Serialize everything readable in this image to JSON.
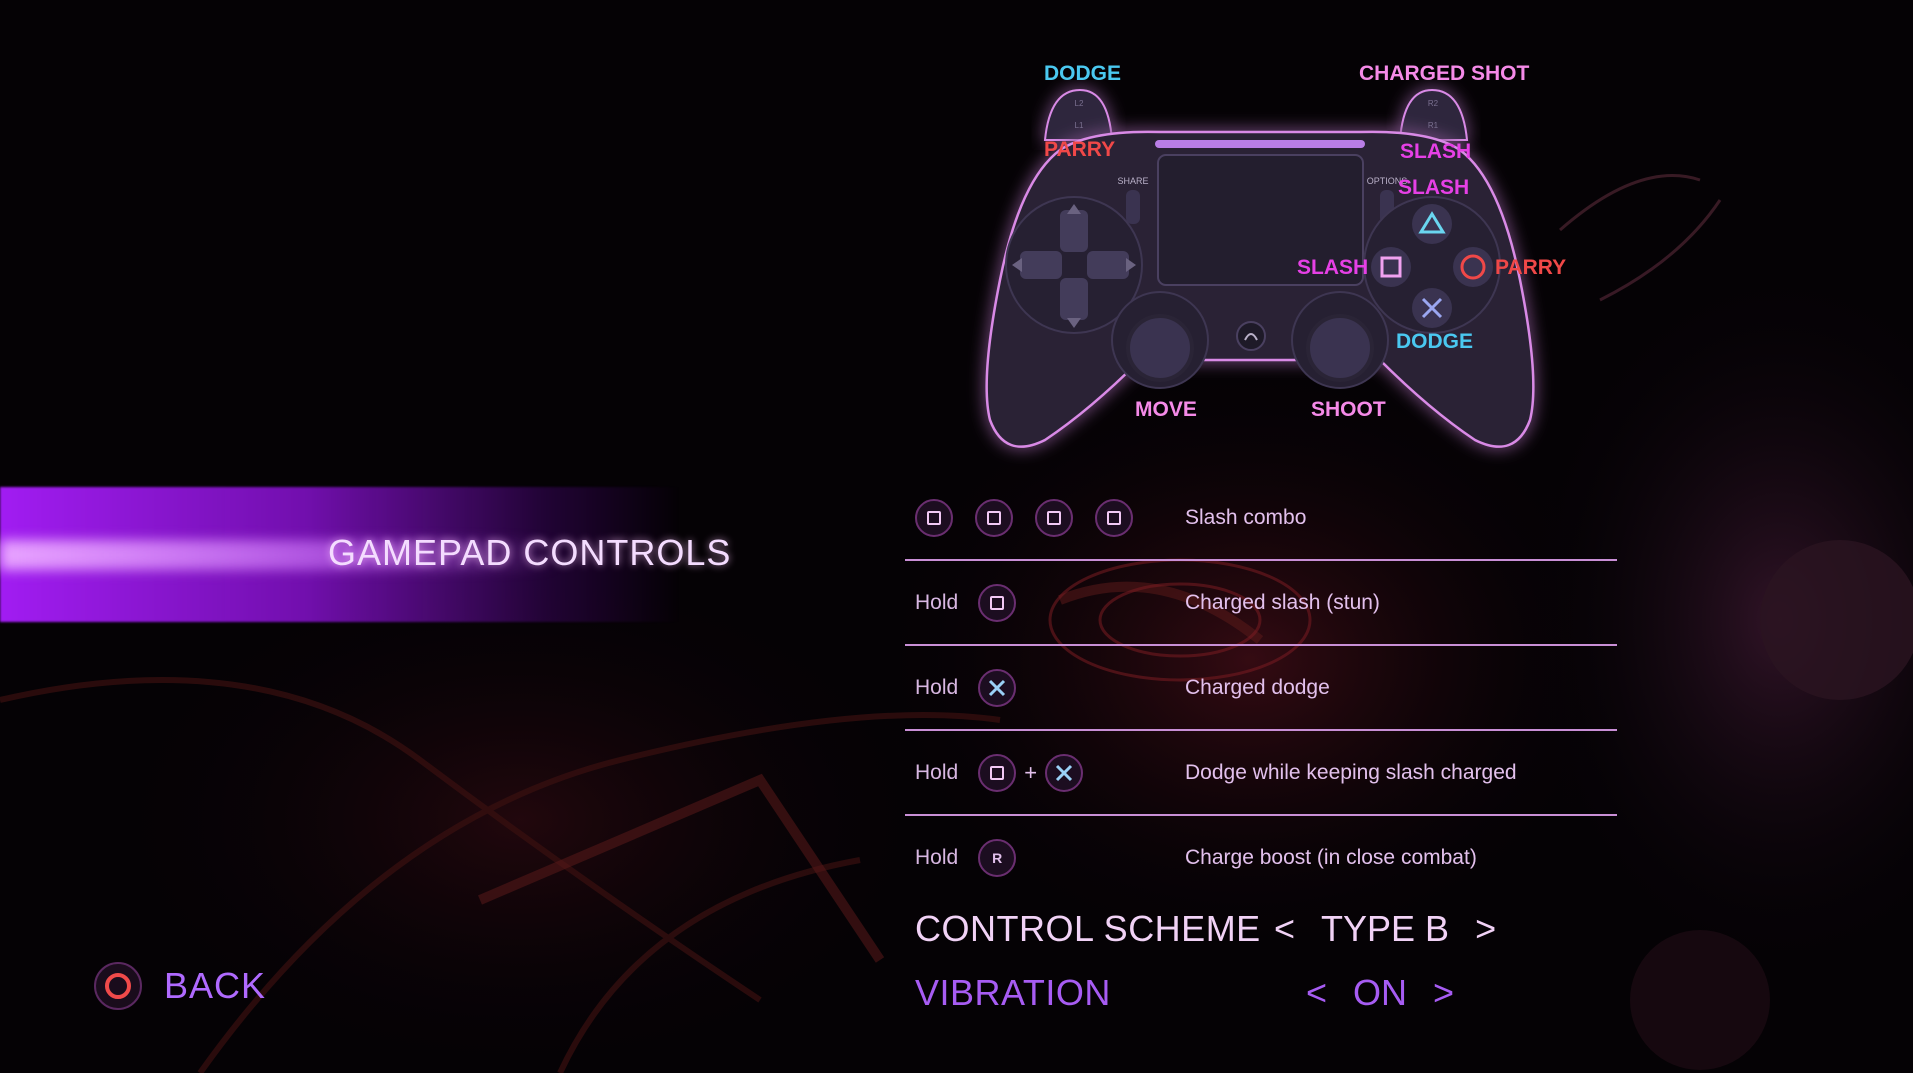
{
  "section_title": "GAMEPAD CONTROLS",
  "back_label": "BACK",
  "controller_labels": {
    "l2": "DODGE",
    "l1": "PARRY",
    "r2": "CHARGED SHOT",
    "r1": "SLASH",
    "triangle": "SLASH",
    "square": "SLASH",
    "circle": "PARRY",
    "cross": "DODGE",
    "left_stick": "MOVE",
    "right_stick": "SHOOT",
    "share": "SHARE",
    "options": "OPTIONS",
    "l2_tag": "L2",
    "l1_tag": "L1",
    "r2_tag": "R2",
    "r1_tag": "R1"
  },
  "controls": [
    {
      "prefix": "",
      "description": "Slash combo"
    },
    {
      "prefix": "Hold",
      "description": "Charged slash (stun)"
    },
    {
      "prefix": "Hold",
      "description": "Charged dodge"
    },
    {
      "prefix": "Hold",
      "plus": "+",
      "description": "Dodge while keeping slash charged"
    },
    {
      "prefix": "Hold",
      "key_letter": "R",
      "description": "Charge boost (in close combat)"
    }
  ],
  "settings": {
    "control_scheme": {
      "label": "CONTROL SCHEME",
      "value": "TYPE B",
      "left_arrow": "<",
      "right_arrow": ">"
    },
    "vibration": {
      "label": "VIBRATION",
      "value": "ON",
      "left_arrow": "<",
      "right_arrow": ">"
    }
  },
  "colors": {
    "accent_purple": "#b06aff",
    "label_cyan": "#4ac8f0",
    "label_magenta": "#e640e6",
    "label_red": "#f04848",
    "label_pink": "#f58ae8"
  },
  "icons": [
    "square-button-icon",
    "cross-button-icon",
    "triangle-button-icon",
    "circle-button-icon",
    "r-stick-button-icon"
  ]
}
